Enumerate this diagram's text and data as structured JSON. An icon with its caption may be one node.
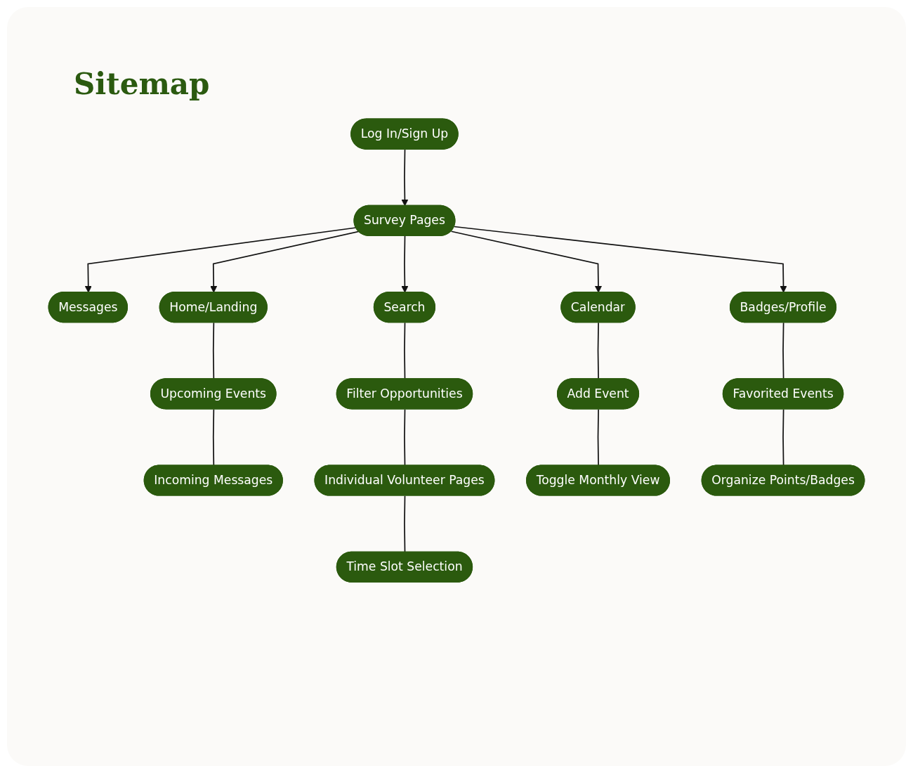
{
  "diagram": {
    "title": "Sitemap",
    "nodes": [
      {
        "text": [
          "Log In/Sign Up"
        ]
      },
      {
        "text": [
          "Survey Pages"
        ]
      },
      {
        "text": [
          "Messages"
        ]
      },
      {
        "text": [
          "Home/Landing"
        ]
      },
      {
        "text": [
          "Search"
        ]
      },
      {
        "text": [
          "Calendar"
        ]
      },
      {
        "text": [
          "Badges/Profile"
        ]
      },
      {
        "text": [
          "Upcoming Events"
        ]
      },
      {
        "text": [
          "Filter Opportunities"
        ]
      },
      {
        "text": [
          "Add Event"
        ]
      },
      {
        "text": [
          "Favorited Events"
        ]
      },
      {
        "text": [
          "Incoming Messages"
        ]
      },
      {
        "text": [
          "Individual Volunteer Pages"
        ]
      },
      {
        "text": [
          "Toggle Monthly View"
        ]
      },
      {
        "text": [
          "Organize Points/Badges"
        ]
      },
      {
        "text": [
          "Time Slot Selection"
        ]
      }
    ],
    "edges": [
      {
        "from": 0,
        "to": 1,
        "arrow": "to"
      },
      {
        "from": 1,
        "to": 2,
        "arrow": "to"
      },
      {
        "from": 1,
        "to": 3,
        "arrow": "to"
      },
      {
        "from": 1,
        "to": 4,
        "arrow": "to"
      },
      {
        "from": 1,
        "to": 5,
        "arrow": "to"
      },
      {
        "from": 1,
        "to": 6,
        "arrow": "to"
      },
      {
        "from": 3,
        "to": 7,
        "arrow": "none"
      },
      {
        "from": 7,
        "to": 11,
        "arrow": "none"
      },
      {
        "from": 4,
        "to": 8,
        "arrow": "none"
      },
      {
        "from": 8,
        "to": 12,
        "arrow": "none"
      },
      {
        "from": 12,
        "to": 15,
        "arrow": "none"
      },
      {
        "from": 5,
        "to": 9,
        "arrow": "none"
      },
      {
        "from": 9,
        "to": 13,
        "arrow": "none"
      },
      {
        "from": 6,
        "to": 10,
        "arrow": "none"
      },
      {
        "from": 10,
        "to": 14,
        "arrow": "none"
      }
    ]
  }
}
